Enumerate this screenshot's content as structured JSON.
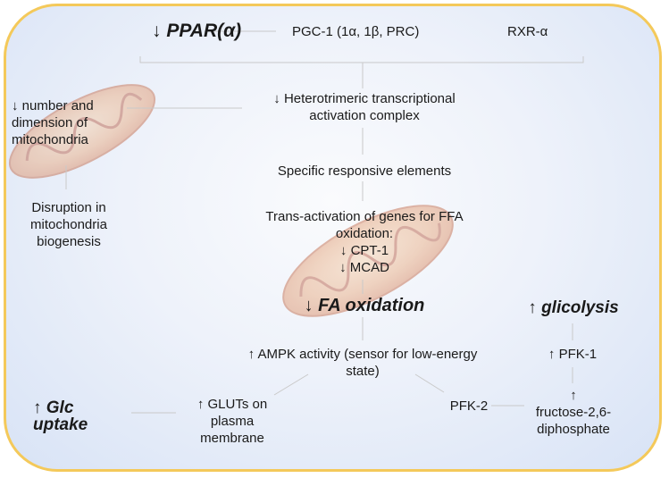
{
  "diagram": {
    "top": {
      "ppar_arrow": "↓",
      "ppar": "PPAR(α)",
      "pgc1": "PGC-1 (1α, 1β, PRC)",
      "rxr": "RXR-α"
    },
    "left": {
      "mito_number_line1": "↓  number and",
      "mito_number_line2": "dimension of",
      "mito_number_line3": "mitochondria",
      "biogenesis_line1": "Disruption in",
      "biogenesis_line2": "mitochondria",
      "biogenesis_line3": "biogenesis"
    },
    "center": {
      "complex_line1": "↓ Heterotrimeric transcriptional",
      "complex_line2": "activation complex",
      "responsive": "Specific responsive elements",
      "transact_line1": "Trans-activation of genes for FFA",
      "transact_line2": "oxidation:",
      "cpt1": "↓ CPT-1",
      "mcad": "↓ MCAD",
      "fa_arrow": "↓",
      "fa_oxidation": "FA oxidation",
      "ampk_line1": "↑ AMPK activity (sensor for low-energy",
      "ampk_line2": "state)"
    },
    "right": {
      "glyco_arrow": "↑",
      "glycolysis": "glicolysis",
      "pfk1": "↑ PFK-1",
      "fructose_arrow": "↑",
      "fructose_line1": "fructose-2,6-",
      "fructose_line2": "diphosphate",
      "pfk2": "PFK-2"
    },
    "bottom_left": {
      "glc_arrow": "↑",
      "glc": "Glc",
      "uptake": "uptake",
      "gluts_line1": "↑ GLUTs on",
      "gluts_line2": "plasma",
      "gluts_line3": "membrane"
    }
  }
}
